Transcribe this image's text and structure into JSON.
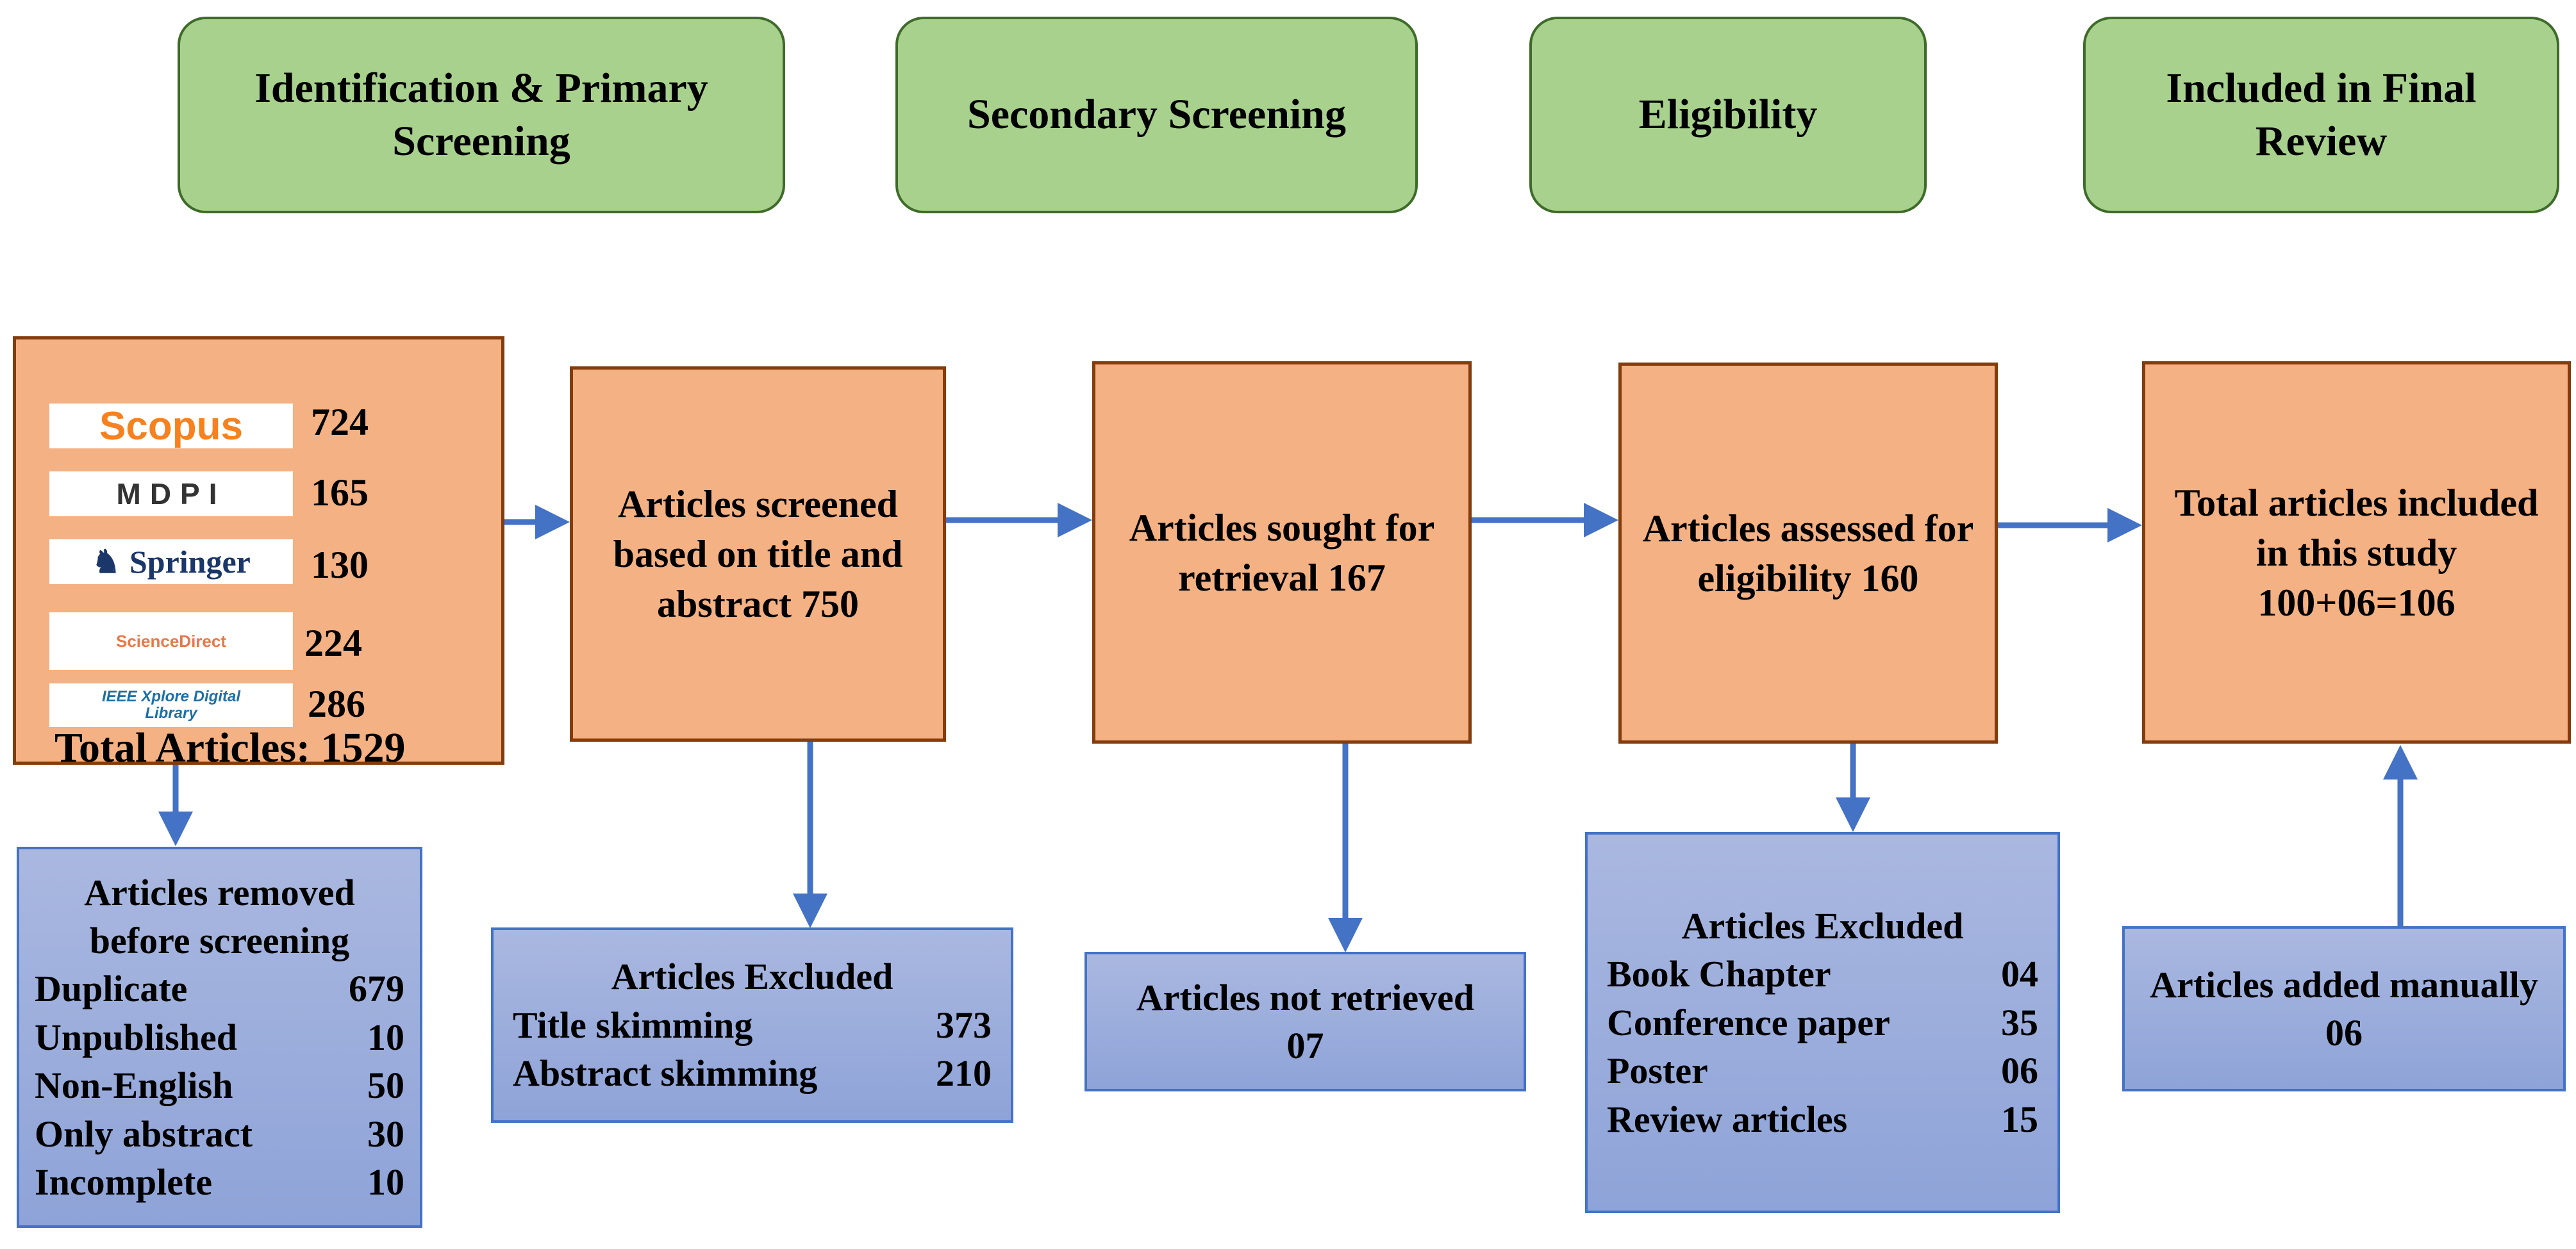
{
  "stages": [
    {
      "label": "Identification & Primary Screening"
    },
    {
      "label": "Secondary Screening"
    },
    {
      "label": "Eligibility"
    },
    {
      "label": "Included in Final Review"
    }
  ],
  "sources": [
    {
      "name": "Scopus",
      "count": "724",
      "icon": "scopus-logo"
    },
    {
      "name": "MDPI",
      "count": "165",
      "icon": "mdpi-logo"
    },
    {
      "name": "Springer",
      "count": "130",
      "icon": "springer-logo"
    },
    {
      "name": "ScienceDirect",
      "count": "224",
      "icon": "sciencedirect-logo"
    },
    {
      "name": "IEEE Xplore Digital Library",
      "count": "286",
      "icon": "ieee-xplore-logo"
    }
  ],
  "total": "Total Articles: 1529",
  "flow": {
    "screened": "Articles screened based on title and abstract 750",
    "sought": "Articles sought for retrieval 167",
    "assessed": "Articles assessed for eligibility 160",
    "included": "Total articles included in this study 100+06=106"
  },
  "removed": {
    "title": "Articles removed before screening",
    "rows": [
      {
        "label": "Duplicate",
        "value": "679"
      },
      {
        "label": "Unpublished",
        "value": "10"
      },
      {
        "label": "Non-English",
        "value": "50"
      },
      {
        "label": "Only abstract",
        "value": "30"
      },
      {
        "label": "Incomplete",
        "value": "10"
      }
    ]
  },
  "excluded_screening": {
    "title": "Articles Excluded",
    "rows": [
      {
        "label": "Title skimming",
        "value": "373"
      },
      {
        "label": "Abstract skimming",
        "value": "210"
      }
    ]
  },
  "not_retrieved": {
    "title": "Articles not retrieved",
    "value": "07"
  },
  "excluded_eligibility": {
    "title": "Articles Excluded",
    "rows": [
      {
        "label": "Book Chapter",
        "value": "04"
      },
      {
        "label": "Conference paper",
        "value": "35"
      },
      {
        "label": "Poster",
        "value": "06"
      },
      {
        "label": "Review articles",
        "value": "15"
      }
    ]
  },
  "added": {
    "title": "Articles added manually",
    "value": "06"
  },
  "colors": {
    "stage": "#a9d18e",
    "process": "#f4b183",
    "side": "#9fb0dc",
    "arrow": "#4472c4"
  }
}
